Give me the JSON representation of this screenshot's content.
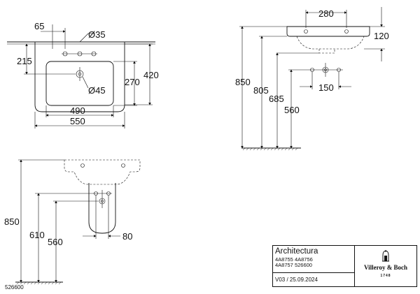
{
  "top_view": {
    "dim_65": "65",
    "dim_d35": "Ø35",
    "dim_215": "215",
    "dim_420": "420",
    "dim_270": "270",
    "dim_d45": "Ø45",
    "dim_490": "490",
    "dim_550": "550"
  },
  "side_view": {
    "dim_280": "280",
    "dim_120": "120",
    "dim_850": "850",
    "dim_805": "805",
    "dim_685": "685",
    "dim_560": "560",
    "dim_150": "150"
  },
  "front_view": {
    "dim_850": "850",
    "dim_610": "610",
    "dim_560": "560",
    "dim_80": "80"
  },
  "drawing_number": "526600",
  "title_block": {
    "title": "Architectura",
    "codes_line1": "4A8755  4A8756",
    "codes_line2": "4A8757  526600",
    "version": "V03 / 25.09.2024",
    "brand": "Villeroy & Boch",
    "year": "1748"
  }
}
